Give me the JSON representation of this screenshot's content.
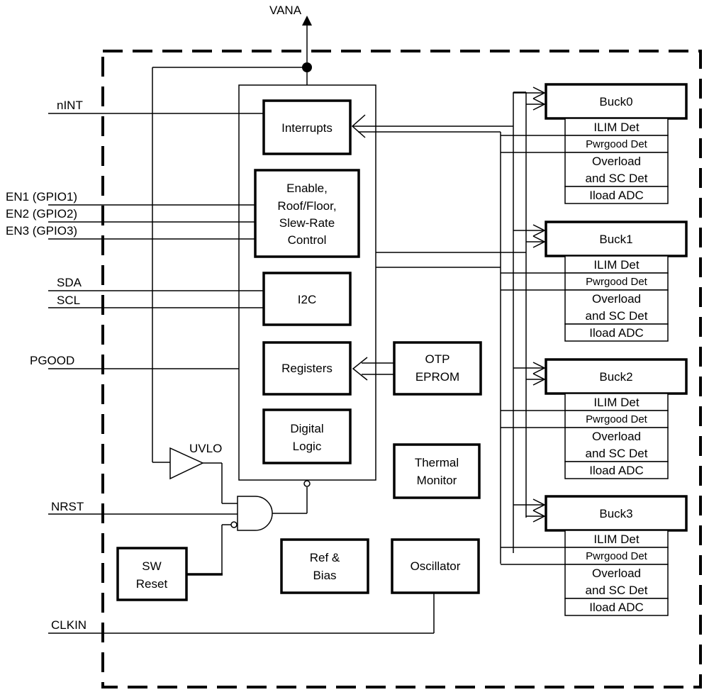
{
  "supply": {
    "label": "VANA"
  },
  "pins": {
    "nint": "nINT",
    "en1": "EN1 (GPIO1)",
    "en2": "EN2 (GPIO2)",
    "en3": "EN3 (GPIO3)",
    "sda": "SDA",
    "scl": "SCL",
    "pgood": "PGOOD",
    "nrst": "NRST",
    "clkin": "CLKIN"
  },
  "blocks": {
    "interrupts": "Interrupts",
    "enable": [
      "Enable,",
      "Roof/Floor,",
      "Slew-Rate",
      "Control"
    ],
    "i2c": "I2C",
    "registers": "Registers",
    "otp": [
      "OTP",
      "EPROM"
    ],
    "digital": [
      "Digital",
      "Logic"
    ],
    "thermal": [
      "Thermal",
      "Monitor"
    ],
    "refbias": [
      "Ref &",
      "Bias"
    ],
    "oscillator": "Oscillator",
    "swreset": [
      "SW",
      "Reset"
    ],
    "uvlo": "UVLO"
  },
  "bucks": [
    {
      "title": "Buck0",
      "ilim": "ILIM Det",
      "pwrgood": "Pwrgood Det",
      "overload": [
        "Overload",
        "and SC Det"
      ],
      "iload": "Iload ADC"
    },
    {
      "title": "Buck1",
      "ilim": "ILIM Det",
      "pwrgood": "Pwrgood Det",
      "overload": [
        "Overload",
        "and SC Det"
      ],
      "iload": "Iload ADC"
    },
    {
      "title": "Buck2",
      "ilim": "ILIM Det",
      "pwrgood": "Pwrgood Det",
      "overload": [
        "Overload",
        "and SC Det"
      ],
      "iload": "Iload ADC"
    },
    {
      "title": "Buck3",
      "ilim": "ILIM Det",
      "pwrgood": "Pwrgood Det",
      "overload": [
        "Overload",
        "and SC Det"
      ],
      "iload": "Iload ADC"
    }
  ]
}
